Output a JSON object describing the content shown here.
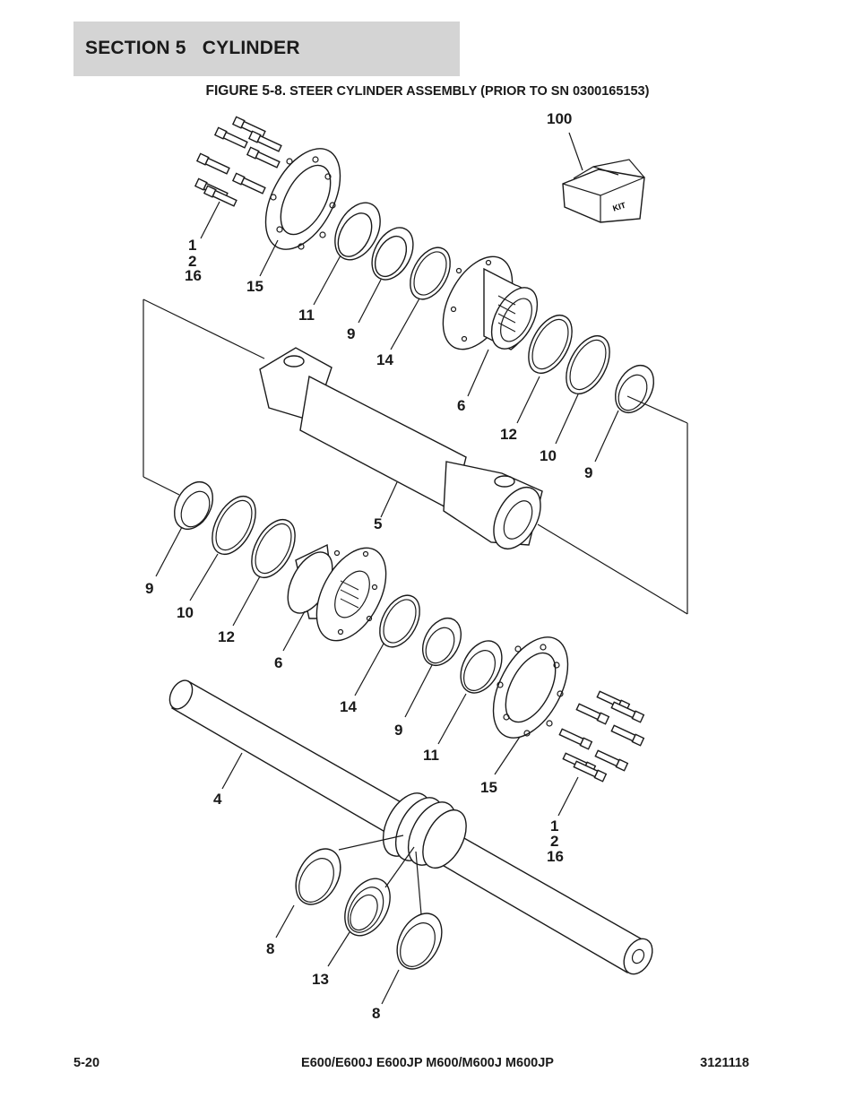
{
  "header": {
    "section_label": "SECTION 5   CYLINDER"
  },
  "figure": {
    "number_label": "FIGURE 5-8.",
    "title": "STEER CYLINDER ASSEMBLY (PRIOR TO SN 0300165153)",
    "kit_box_label": "KIT",
    "callouts": {
      "c100": "100",
      "c1a": "1",
      "c2a": "2",
      "c16a": "16",
      "c15a": "15",
      "c11a": "11",
      "c9a": "9",
      "c14a": "14",
      "c6a": "6",
      "c12a": "12",
      "c10a": "10",
      "c9b": "9",
      "c5": "5",
      "c9c": "9",
      "c10b": "10",
      "c12b": "12",
      "c6b": "6",
      "c14b": "14",
      "c9d": "9",
      "c11b": "11",
      "c15b": "15",
      "c1b": "1",
      "c2b": "2",
      "c16b": "16",
      "c4": "4",
      "c8a": "8",
      "c13": "13",
      "c8b": "8"
    }
  },
  "footer": {
    "page_number": "5-20",
    "models": "E600/E600J E600JP M600/M600J M600JP",
    "doc_number": "3121118"
  }
}
